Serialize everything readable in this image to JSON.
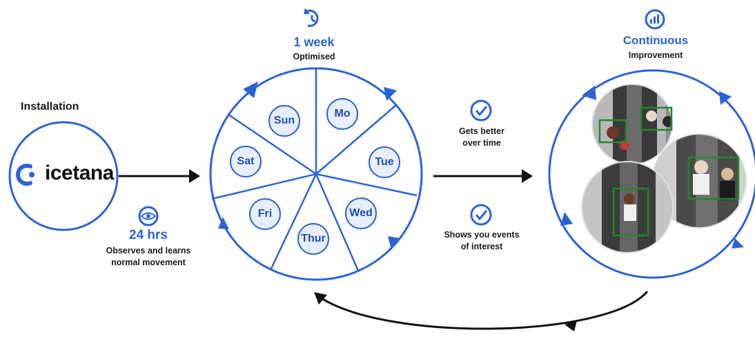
{
  "colors": {
    "accent": "#2a63d4",
    "day_fill": "#e8eefb",
    "dark": "#111111",
    "box_green": "#1f8a2a"
  },
  "stage1": {
    "title": "Installation",
    "logo_text": "icetana",
    "logo_icon": "icetana-c-icon"
  },
  "stage1_note": {
    "icon": "eye-icon",
    "value": "24 hrs",
    "line1": "Observes and learns",
    "line2": "normal movement"
  },
  "stage2": {
    "icon": "history-clock-icon",
    "value": "1 week",
    "subtitle": "Optimised"
  },
  "days": [
    "Sun",
    "Mo",
    "Tue",
    "Wed",
    "Thur",
    "Fri",
    "Sat"
  ],
  "benefit_1": {
    "icon": "check-circle-icon",
    "line1": "Gets better",
    "line2": "over time"
  },
  "benefit_2": {
    "icon": "check-circle-icon",
    "line1": "Shows you events",
    "line2": "of interest"
  },
  "stage3": {
    "icon": "bar-chart-icon",
    "value": "Continuous",
    "subtitle": "Improvement",
    "image": "escalator-camera-views"
  }
}
